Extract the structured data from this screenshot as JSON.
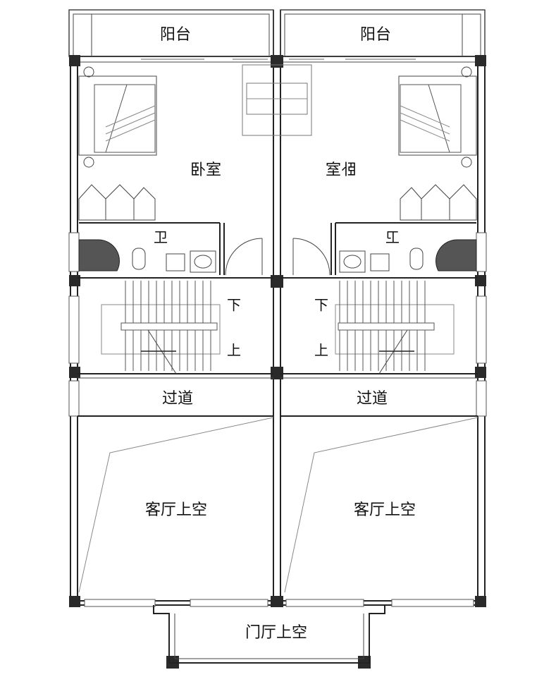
{
  "rooms": {
    "balcony_left": "阳台",
    "balcony_right": "阳台",
    "bedroom_left": "卧室",
    "bedroom_right": "卧室",
    "bathroom_left": "卫",
    "bathroom_right": "卫",
    "stair_down_left": "下",
    "stair_up_left": "上",
    "stair_down_right": "下",
    "stair_up_right": "上",
    "corridor_left": "过道",
    "corridor_right": "过道",
    "void_left": "客厅上空",
    "void_right": "客厅上空",
    "entrance_void": "门厅上空"
  }
}
